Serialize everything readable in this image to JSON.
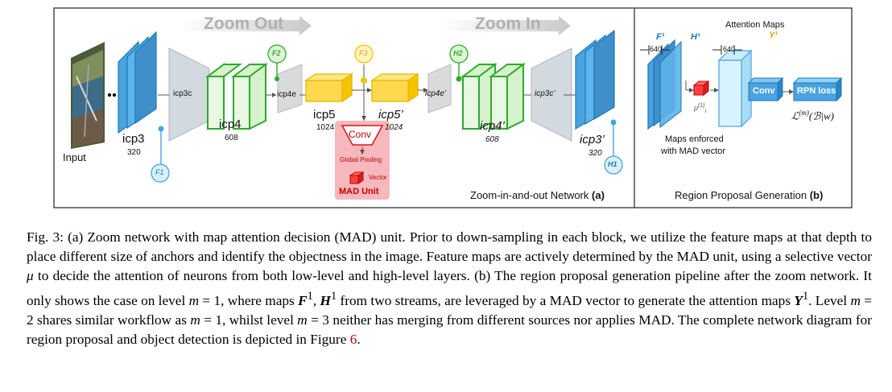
{
  "diagram": {
    "input_label": "Input",
    "zoom_out": "Zoom Out",
    "zoom_in": "Zoom In",
    "layers": {
      "icp3": {
        "name": "icp3",
        "dim": "320"
      },
      "icp3c": {
        "name": "icp3c"
      },
      "icp4": {
        "name": "icp4",
        "dim": "608"
      },
      "icp4e": {
        "name": "icp4e"
      },
      "icp5": {
        "name": "icp5",
        "dim": "1024"
      },
      "icp5p": {
        "name": "icp5’",
        "dim": "1024"
      },
      "icp4ep": {
        "name": "icp4e’"
      },
      "icp4p": {
        "name": "icp4’",
        "dim": "608"
      },
      "icp3cp": {
        "name": "icp3c’"
      },
      "icp3p": {
        "name": "icp3’",
        "dim": "320"
      }
    },
    "badges": {
      "F1": "F1",
      "F2": "F2",
      "F3": "F3",
      "H1": "H1",
      "H2": "H2"
    },
    "mad": {
      "conv": "Conv",
      "pooling": "Global Pooling",
      "vector": "Vector",
      "unit": "MAD Unit"
    },
    "panel_a_title": "Zoom-in-and-out Network",
    "panel_a_tag": "(a)",
    "panel_b": {
      "F1": "F¹",
      "H1": "H¹",
      "width": "640",
      "attention": "Attention Maps",
      "Y1": "Y¹",
      "conv": "Conv",
      "rpn": "RPN loss",
      "mu": "μ",
      "mu_sup": "(1)",
      "mu_sub": "i",
      "loss": "ℒ",
      "loss_sup": "(m)",
      "loss_args": "(ℬ|w)",
      "note_line1": "Maps enforced",
      "note_line2": "with MAD vector",
      "title": "Region Proposal Generation",
      "tag": "(b)"
    }
  },
  "caption": {
    "fig": "Fig. 3:",
    "p1": "(a) Zoom network with map attention decision (MAD) unit. Prior to down-sampling in each block, we utilize the feature maps at that depth to place different size of anchors and identify the objectness in the image. Feature maps are actively determined by the MAD unit, using a selective vector",
    "mu": "μ",
    "p2": "to decide the attention of neurons from both low-level and high-level layers. (b) The region proposal generation pipeline after the zoom network. It only shows the case on level",
    "m": "m",
    "eq1": " = 1,",
    "p3": "where maps",
    "F": "F",
    "one": "1",
    "H": "H",
    "p4": "from two streams, are leveraged by a MAD vector to generate the attention maps",
    "Y": "Y",
    "p5": ". Level",
    "eq2": " = 2",
    "p6": "shares similar workflow as",
    "p7": "whilst level",
    "eq3": " = 3",
    "p8": "neither has merging from different sources nor applies MAD. The complete network diagram for region proposal and object detection is depicted in Figure",
    "fig_ref": "6",
    "end": "."
  }
}
